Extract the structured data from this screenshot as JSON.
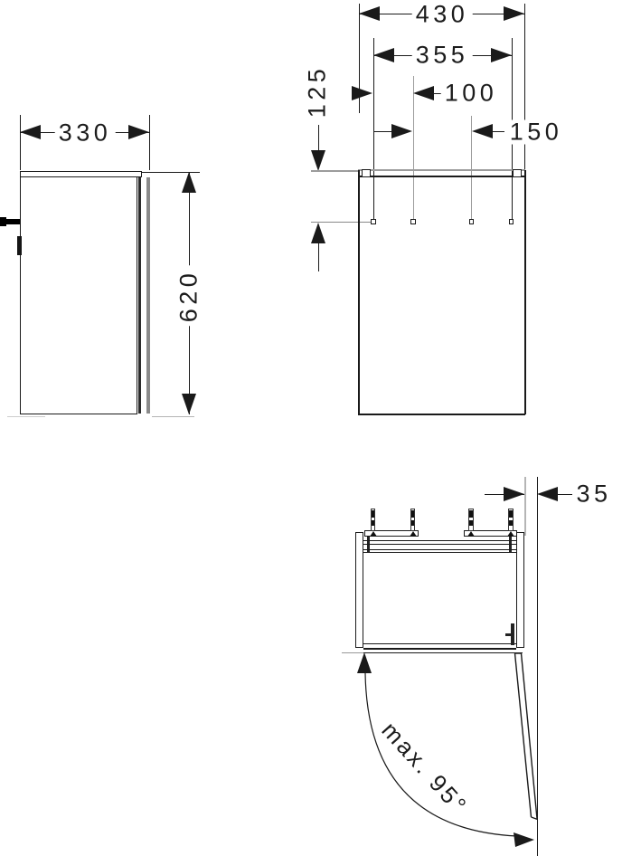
{
  "drawing": {
    "side_view": {
      "width_label": "330",
      "height_label": "620"
    },
    "front_view": {
      "width_label": "430",
      "hole_span_label": "355",
      "hole_offset_label": "100",
      "hole_spacing_label": "150",
      "hole_drop_label": "125"
    },
    "plan_view": {
      "side_clearance_label": "35",
      "max_angle_label": "max. 95°"
    },
    "colors": {
      "line": "#1a1a1a",
      "aux_line": "#9c9c9c"
    }
  }
}
